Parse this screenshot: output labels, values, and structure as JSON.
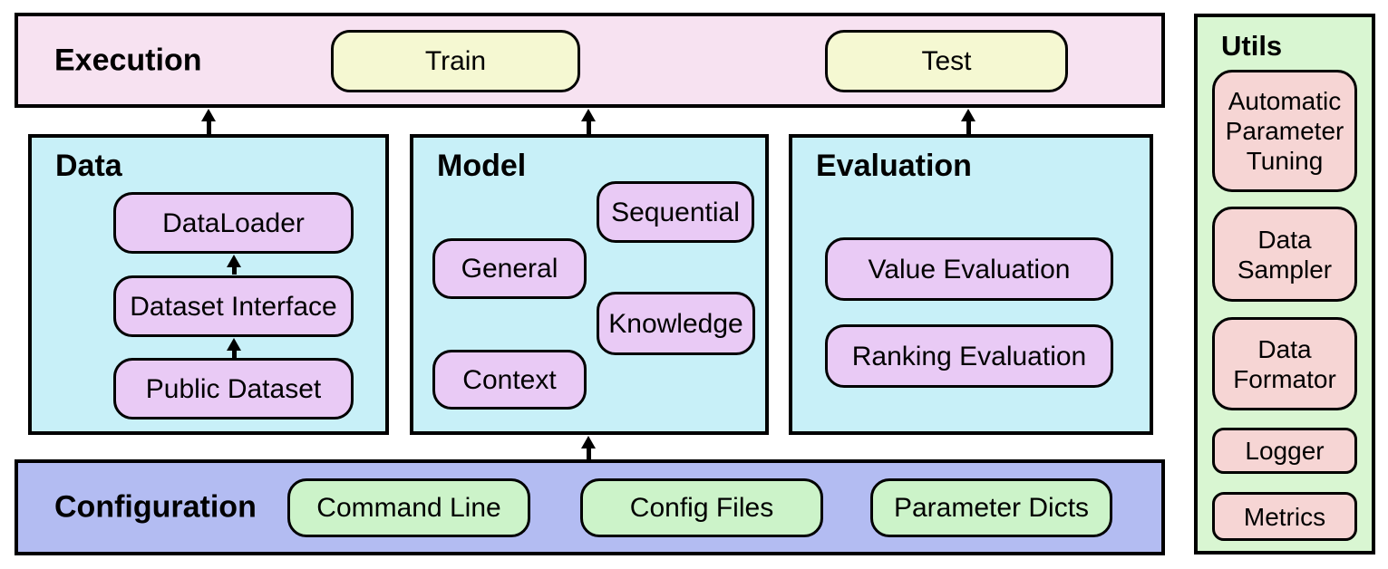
{
  "execution": {
    "title": "Execution",
    "train_label": "Train",
    "test_label": "Test"
  },
  "data_module": {
    "title": "Data",
    "items": [
      "DataLoader",
      "Dataset Interface",
      "Public Dataset"
    ]
  },
  "model_module": {
    "title": "Model",
    "items": [
      "Sequential",
      "General",
      "Knowledge",
      "Context"
    ]
  },
  "evaluation_module": {
    "title": "Evaluation",
    "items": [
      "Value Evaluation",
      "Ranking Evaluation"
    ]
  },
  "configuration": {
    "title": "Configuration",
    "items": [
      "Command Line",
      "Config Files",
      "Parameter Dicts"
    ]
  },
  "utils": {
    "title": "Utils",
    "items": [
      "Automatic Parameter Tuning",
      "Data Sampler",
      "Data Formator",
      "Logger",
      "Metrics"
    ]
  },
  "colors": {
    "execution_bg": "#f7e2f1",
    "action_pill_bg": "#f5f8d2",
    "module_bg": "#c8f0f8",
    "module_pill_bg": "#e9caf5",
    "configuration_bg": "#b3bcf2",
    "config_pill_bg": "#ccf3c9",
    "utils_bg": "#d9f6d2",
    "utils_pill_bg": "#f6d5d4",
    "border": "#000000"
  }
}
